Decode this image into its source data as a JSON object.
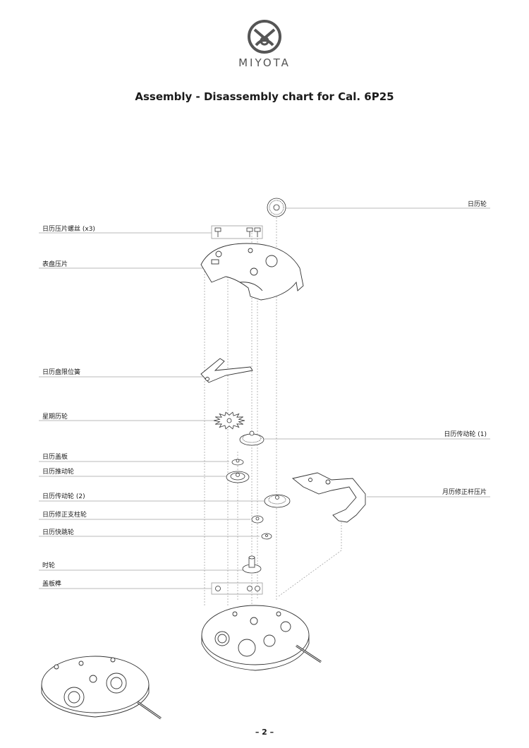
{
  "brand": {
    "name": "MIYOTA",
    "logo_icon": "miyota-ring-logo-icon"
  },
  "title": "Assembly - Disassembly chart for Cal. 6P25",
  "labels": {
    "calendar_wheel": "日历轮",
    "calendar_plate_screw": "日历压片螺丝 (x3)",
    "dial_holder_plate": "表盘压片",
    "date_jumper": "日历盘限位簧",
    "day_star": "星期历轮",
    "date_driving_wheel_1": "日历传动轮 (1)",
    "calendar_cover": "日历盖板",
    "date_pusher_wheel": "日历推动轮",
    "month_corrector_plate": "月历修正杆压片",
    "date_driving_wheel_2": "日历传动轮 (2)",
    "date_corrector_wheel": "日历修正支柱轮",
    "date_jump_wheel": "日历快跳轮",
    "hour_wheel": "时轮",
    "cover_pin": "盖板榫"
  },
  "page_number": "– 2 –"
}
